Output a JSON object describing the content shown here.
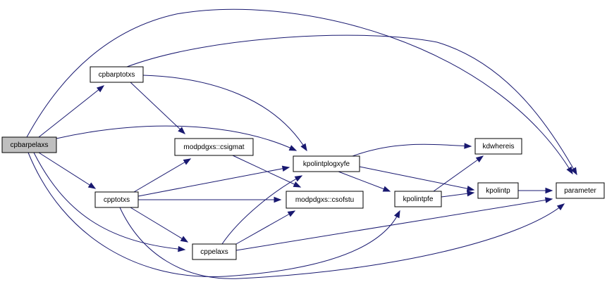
{
  "colors": {
    "edge": "#191970",
    "root_fill": "#bfbfbf",
    "node_fill": "#ffffff",
    "node_stroke": "#000000"
  },
  "nodes": [
    {
      "id": "cpbarpelaxs",
      "label": "cpbarpelaxs",
      "root": true
    },
    {
      "id": "cpbarptotxs",
      "label": "cpbarptotxs"
    },
    {
      "id": "cpptotxs",
      "label": "cpptotxs"
    },
    {
      "id": "cppelaxs",
      "label": "cppelaxs"
    },
    {
      "id": "csigmat",
      "label": "modpdgxs::csigmat"
    },
    {
      "id": "csofstu",
      "label": "modpdgxs::csofstu"
    },
    {
      "id": "kpolintplogxyfe",
      "label": "kpolintplogxyfe"
    },
    {
      "id": "kpolintpfe",
      "label": "kpolintpfe"
    },
    {
      "id": "kdwhereis",
      "label": "kdwhereis"
    },
    {
      "id": "kpolintp",
      "label": "kpolintp"
    },
    {
      "id": "parameter",
      "label": "parameter"
    }
  ],
  "edges": [
    {
      "from": "cpbarpelaxs",
      "to": "cpbarptotxs"
    },
    {
      "from": "cpbarpelaxs",
      "to": "parameter"
    },
    {
      "from": "cpbarpelaxs",
      "to": "kpolintplogxyfe"
    },
    {
      "from": "cpbarpelaxs",
      "to": "cpptotxs"
    },
    {
      "from": "cpbarpelaxs",
      "to": "cppelaxs"
    },
    {
      "from": "cpbarpelaxs",
      "to": "kpolintpfe"
    },
    {
      "from": "cpbarptotxs",
      "to": "parameter"
    },
    {
      "from": "cpbarptotxs",
      "to": "csigmat"
    },
    {
      "from": "cpbarptotxs",
      "to": "kpolintplogxyfe"
    },
    {
      "from": "cpptotxs",
      "to": "csigmat"
    },
    {
      "from": "cpptotxs",
      "to": "kpolintplogxyfe"
    },
    {
      "from": "cpptotxs",
      "to": "csofstu"
    },
    {
      "from": "cpptotxs",
      "to": "cppelaxs"
    },
    {
      "from": "cpptotxs",
      "to": "parameter"
    },
    {
      "from": "csigmat",
      "to": "csofstu"
    },
    {
      "from": "cppelaxs",
      "to": "kpolintplogxyfe"
    },
    {
      "from": "cppelaxs",
      "to": "csofstu"
    },
    {
      "from": "cppelaxs",
      "to": "parameter"
    },
    {
      "from": "kpolintplogxyfe",
      "to": "kdwhereis"
    },
    {
      "from": "kpolintplogxyfe",
      "to": "kpolintpfe"
    },
    {
      "from": "kpolintplogxyfe",
      "to": "kpolintp"
    },
    {
      "from": "kpolintpfe",
      "to": "kdwhereis"
    },
    {
      "from": "kpolintpfe",
      "to": "kpolintp"
    },
    {
      "from": "kpolintp",
      "to": "parameter"
    }
  ]
}
